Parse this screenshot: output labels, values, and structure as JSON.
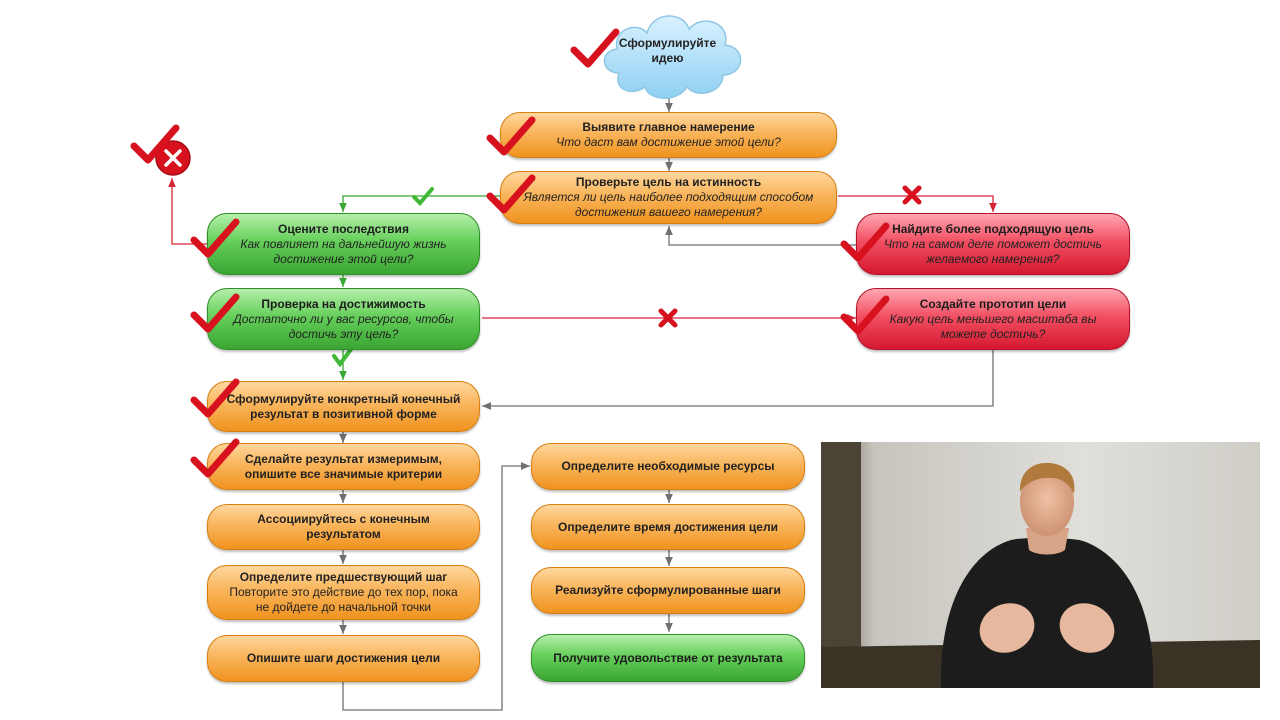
{
  "cloud": {
    "text": "Сформулируйте идею"
  },
  "nodes": {
    "intent": {
      "title": "Выявите главное намерение",
      "subtitle": "Что даст вам достижение этой цели?"
    },
    "truth": {
      "title": "Проверьте цель на истинность",
      "subtitle": "Является ли цель наиболее подходящим способом достижения вашего намерения?"
    },
    "consequences": {
      "title": "Оцените последствия",
      "subtitle": "Как повлияет на дальнейшую жизнь достижение этой цели?"
    },
    "better_goal": {
      "title": "Найдите более подходящую цель",
      "subtitle": "Что на самом деле поможет достичь желаемого намерения?"
    },
    "achievability": {
      "title": "Проверка на достижимость",
      "subtitle": "Достаточно ли у вас ресурсов, чтобы достичь эту цель?"
    },
    "prototype": {
      "title": "Создайте прототип цели",
      "subtitle": "Какую цель меньшего масштаба вы можете достичь?"
    },
    "result": {
      "title": "Сформулируйте конкретный конечный результат в позитивной форме"
    },
    "measurable": {
      "title": "Сделайте результат измеримым, опишите все значимые критерии"
    },
    "associate": {
      "title": "Ассоциируйтесь с конечным результатом"
    },
    "previous_step": {
      "title": "Определите предшествующий шаг",
      "desc": "Повторите это действие до тех пор, пока не дойдете до начальной точки"
    },
    "describe_steps": {
      "title": "Опишите шаги достижения цели"
    },
    "resources": {
      "title": "Определите необходимые ресурсы"
    },
    "time": {
      "title": "Определите время достижения цели"
    },
    "implement": {
      "title": "Реализуйте сформулированные шаги"
    },
    "satisfaction": {
      "title": "Получите удовольствие от результата"
    }
  },
  "colors": {
    "orange": "#f5a43c",
    "green": "#4dbf43",
    "red": "#e8344a",
    "check_red": "#d8111f",
    "check_green": "#3fb935",
    "arrow": "#707070"
  }
}
